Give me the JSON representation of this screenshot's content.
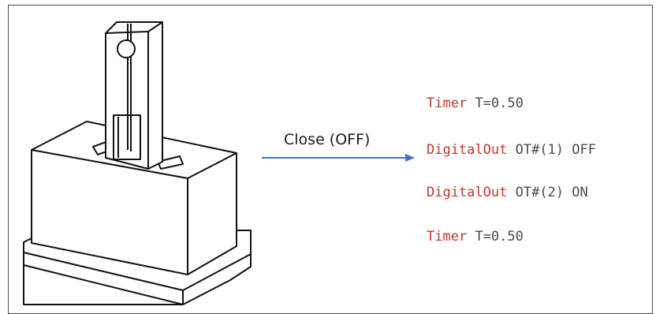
{
  "diagram": {
    "arrow_label": "Close (OFF)",
    "accent_color": "#4472c4",
    "keyword_color": "#c0392b",
    "commands": [
      {
        "keyword": "Timer",
        "args": "T=0.50"
      },
      {
        "keyword": "DigitalOut",
        "args": "OT#(1) OFF"
      },
      {
        "keyword": "DigitalOut",
        "args": "OT#(2) ON"
      },
      {
        "keyword": "Timer",
        "args": "T=0.50"
      }
    ]
  }
}
